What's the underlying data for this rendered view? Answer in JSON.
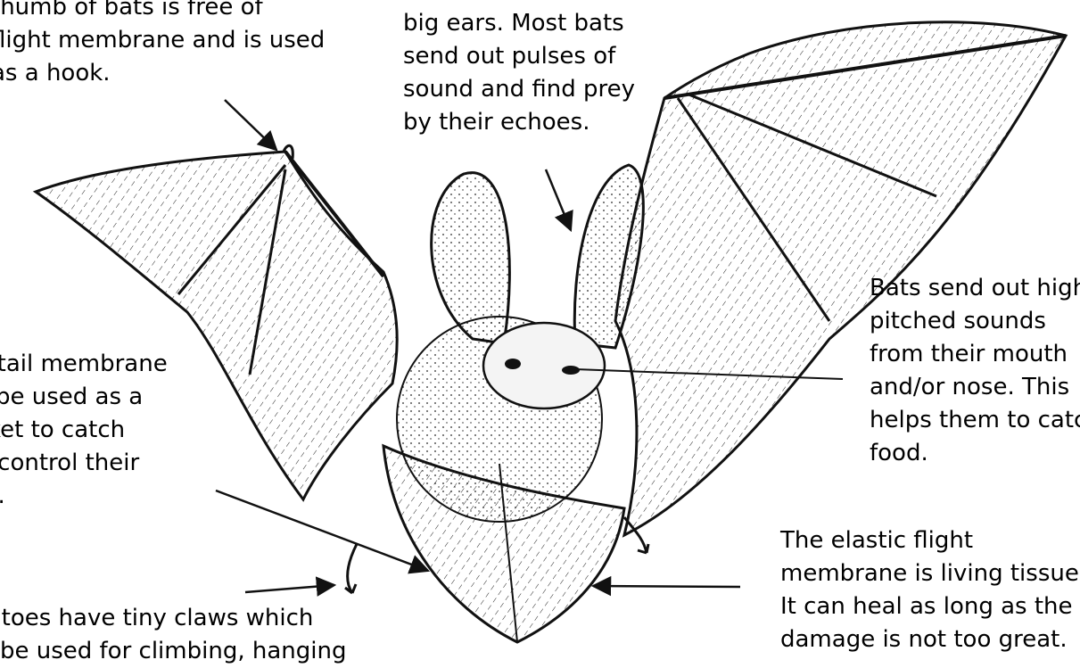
{
  "annotations": {
    "thumb": {
      "lines": [
        "thumb of bats is free of",
        "flight membrane and is used",
        "as a hook."
      ]
    },
    "ears": {
      "lines": [
        "big ears. Most bats",
        "send out pulses of",
        "sound and find prey",
        "by their echoes."
      ]
    },
    "sounds": {
      "lines": [
        "Bats send out high",
        "pitched sounds",
        "from their mouth",
        "and/or nose. This",
        "helps them to catch",
        "food."
      ]
    },
    "tail": {
      "lines": [
        "The tail membrane",
        "can be used as a",
        "basket to catch",
        "and control their",
        "food."
      ]
    },
    "membrane": {
      "lines": [
        "The elastic flight",
        "membrane is living tissue.",
        "It can heal as long as the",
        "damage is not too great."
      ]
    },
    "toes": {
      "lines": [
        "The toes have tiny claws which",
        "can be used for climbing, hanging"
      ]
    }
  },
  "colors": {
    "ink": "#111111",
    "paper": "#ffffff",
    "fur": "#f4f4f4"
  }
}
